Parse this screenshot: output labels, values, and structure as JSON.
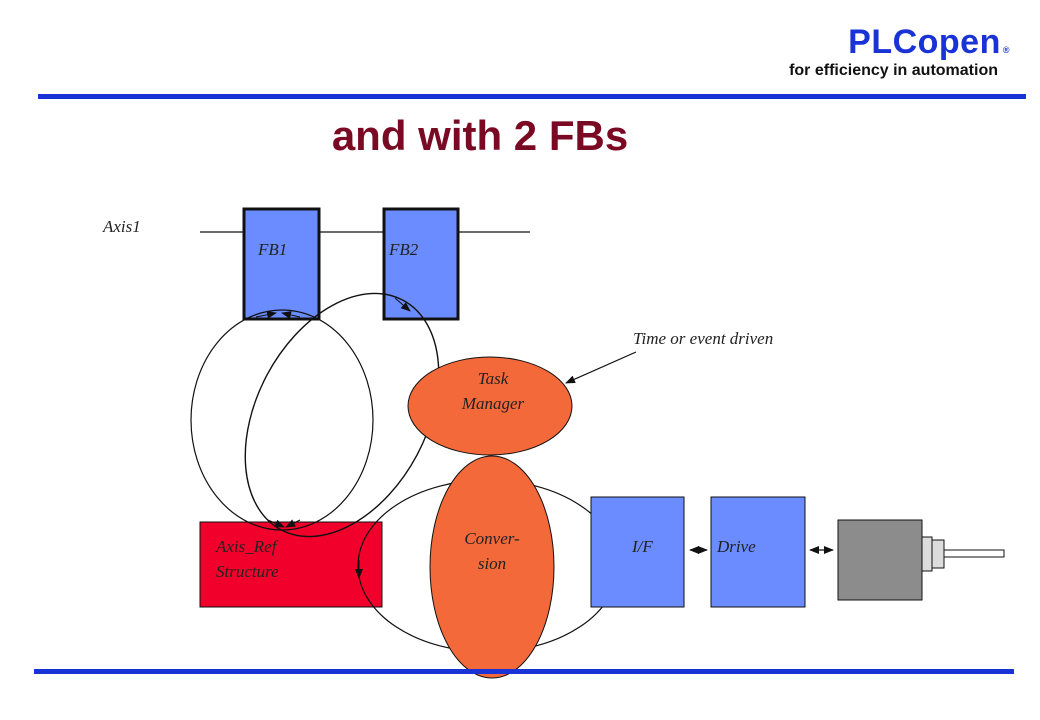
{
  "logo": {
    "name": "PLCopen",
    "registered": "®",
    "tagline": "for efficiency in automation"
  },
  "slide": {
    "title": "and with 2 FBs"
  },
  "diagram": {
    "axis_label": "Axis1",
    "fb1": "FB1",
    "fb2": "FB2",
    "annotation": "Time or event driven",
    "task_manager": [
      "Task",
      "Manager"
    ],
    "axis_ref": [
      "Axis_Ref",
      "Structure"
    ],
    "conversion": [
      "Conver-",
      "sion"
    ],
    "interface": "I/F",
    "drive": "Drive",
    "colors": {
      "fb_blue": "#6a8cff",
      "orange": "#f4693a",
      "red": "#f0002a",
      "motor_gray": "#8c8c8c",
      "title_red": "#7a0a23",
      "brand_blue": "#1a33d6"
    }
  }
}
